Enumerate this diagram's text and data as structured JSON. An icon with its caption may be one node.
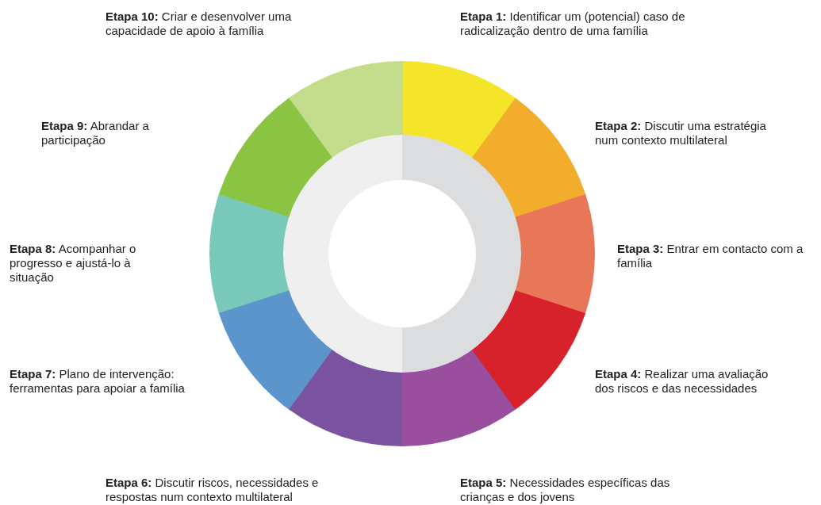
{
  "diagram": {
    "labels": [
      "**Etapa 10:** Criar e desenvolver uma capacidade de apoio à família",
      "**Etapa 1:** Identificar um (potencial) caso de radicalização dentro de uma família",
      "**Etapa 9:** Abrandar a participação",
      "**Etapa 2:** Discutir uma estratégia num contexto multilateral",
      "**Etapa 8:** Acompanhar o progresso e ajustá-lo à situação",
      "**Etapa 3:** Entrar em contacto com a família",
      "**Etapa 7:** Plano de intervenção: ferramentas para apoiar a família",
      "**Etapa 4:** Realizar uma avaliação dos riscos e das necessidades",
      "**Etapa 6:** Discutir riscos, necessidades e respostas num contexto multilateral",
      "**Etapa 5:** Necessidades específicas das crianças e dos jovens"
    ]
  }
}
